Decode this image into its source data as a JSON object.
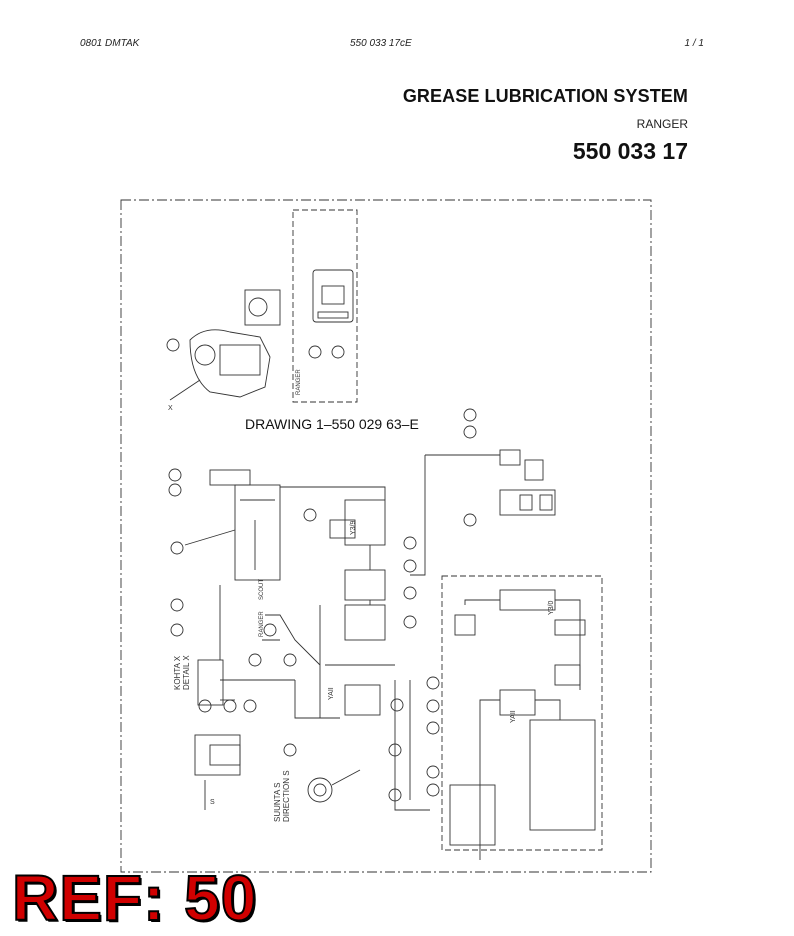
{
  "header": {
    "left": "0801  DMTAK",
    "center": "550 033 17cE",
    "right": "1 / 1"
  },
  "title_block": {
    "title": "GREASE LUBRICATION SYSTEM",
    "subtitle": "RANGER",
    "doc_number": "550 033 17"
  },
  "drawing": {
    "reference": "DRAWING 1–550 029 63–E",
    "labels": {
      "x_mark": "X",
      "detail_x": "KOHTA X\nDETAIL X",
      "direction_s": "SUUNTA S\nDIRECTION S",
      "ranger": "RANGER",
      "scout": "SCOUT",
      "s_mark": "S",
      "yaii_top": "Y3/9",
      "yaii_mid": "YAII",
      "yaii_low": "YAII",
      "y30": "Y3/0"
    }
  },
  "stamp": "REF: 50"
}
